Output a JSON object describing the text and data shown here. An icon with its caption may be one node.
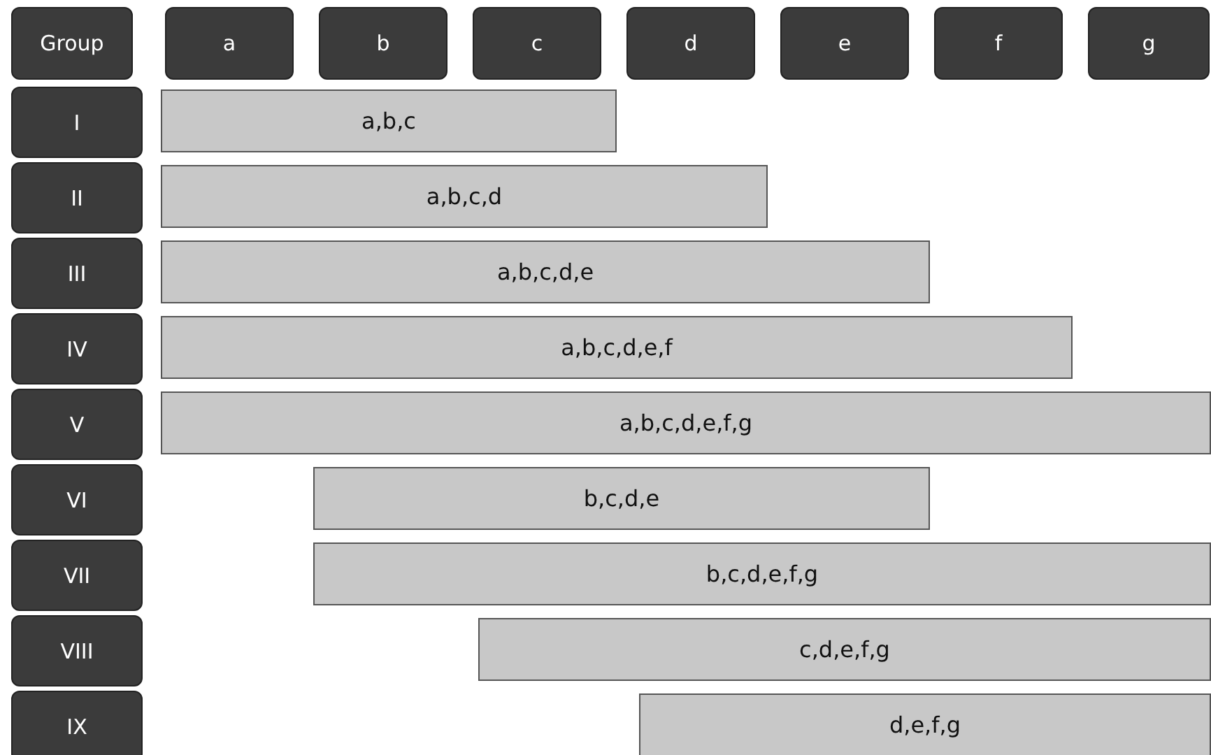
{
  "diagram": {
    "nodes": [
      {
        "text": [
          "Group"
        ]
      },
      {
        "text": [
          "a"
        ]
      },
      {
        "text": [
          "b"
        ]
      },
      {
        "text": [
          "c"
        ]
      },
      {
        "text": [
          "d"
        ]
      },
      {
        "text": [
          "e"
        ]
      },
      {
        "text": [
          "f"
        ]
      },
      {
        "text": [
          "g"
        ]
      },
      {
        "text": [
          "I"
        ]
      },
      {
        "text": [
          "a,b,c"
        ]
      },
      {
        "text": [
          "II"
        ]
      },
      {
        "text": [
          "a,b,c,d"
        ]
      },
      {
        "text": [
          "III"
        ]
      },
      {
        "text": [
          "a,b,c,d,e"
        ]
      },
      {
        "text": [
          "IV"
        ]
      },
      {
        "text": [
          "a,b,c,d,e,f"
        ]
      },
      {
        "text": [
          "V"
        ]
      },
      {
        "text": [
          "a,b,c,d,e,f,g"
        ]
      },
      {
        "text": [
          "VI"
        ]
      },
      {
        "text": [
          "b,c,d,e"
        ]
      },
      {
        "text": [
          "VII"
        ]
      },
      {
        "text": [
          "b,c,d,e,f,g"
        ]
      },
      {
        "text": [
          "VIII"
        ]
      },
      {
        "text": [
          "c,d,e,f,g"
        ]
      },
      {
        "text": [
          "IX"
        ]
      },
      {
        "text": [
          "d,e,f,g"
        ]
      }
    ]
  }
}
